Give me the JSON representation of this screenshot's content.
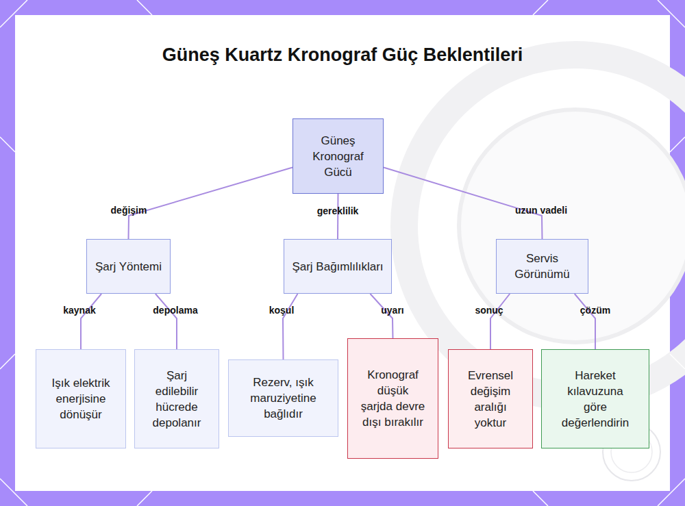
{
  "diagram": {
    "title": "Güneş Kuartz Kronograf Güç Beklentileri",
    "nodes": [
      {
        "text": [
          "Güneş Kronograf Gücü"
        ]
      },
      {
        "text": [
          "Şarj Yöntemi"
        ]
      },
      {
        "text": [
          "Şarj Bağımlılıkları"
        ]
      },
      {
        "text": [
          "Servis Görünümü"
        ]
      },
      {
        "text": [
          "Işık elektrik enerjisine dönüşür"
        ]
      },
      {
        "text": [
          "Şarj edilebilir hücrede depolanır"
        ]
      },
      {
        "text": [
          "Rezerv, ışık maruziyetine bağlıdır"
        ]
      },
      {
        "text": [
          "Kronograf düşük şarjda devre dışı bırakılır"
        ]
      },
      {
        "text": [
          "Evrensel değişim aralığı yoktur"
        ]
      },
      {
        "text": [
          "Hareket kılavuzuna göre değerlendirin"
        ]
      }
    ],
    "edges": [
      {
        "from": 0,
        "to": 1,
        "label": "değişim",
        "arrow": "none"
      },
      {
        "from": 0,
        "to": 2,
        "label": "gereklilik",
        "arrow": "none"
      },
      {
        "from": 0,
        "to": 3,
        "label": "uzun vadeli",
        "arrow": "none"
      },
      {
        "from": 1,
        "to": 4,
        "label": "kaynak",
        "arrow": "none"
      },
      {
        "from": 1,
        "to": 5,
        "label": "depolama",
        "arrow": "none"
      },
      {
        "from": 2,
        "to": 6,
        "label": "koşul",
        "arrow": "none"
      },
      {
        "from": 2,
        "to": 7,
        "label": "uyarı",
        "arrow": "none"
      },
      {
        "from": 3,
        "to": 8,
        "label": "sonuç",
        "arrow": "none"
      },
      {
        "from": 3,
        "to": 9,
        "label": "çözüm",
        "arrow": "none"
      }
    ]
  }
}
